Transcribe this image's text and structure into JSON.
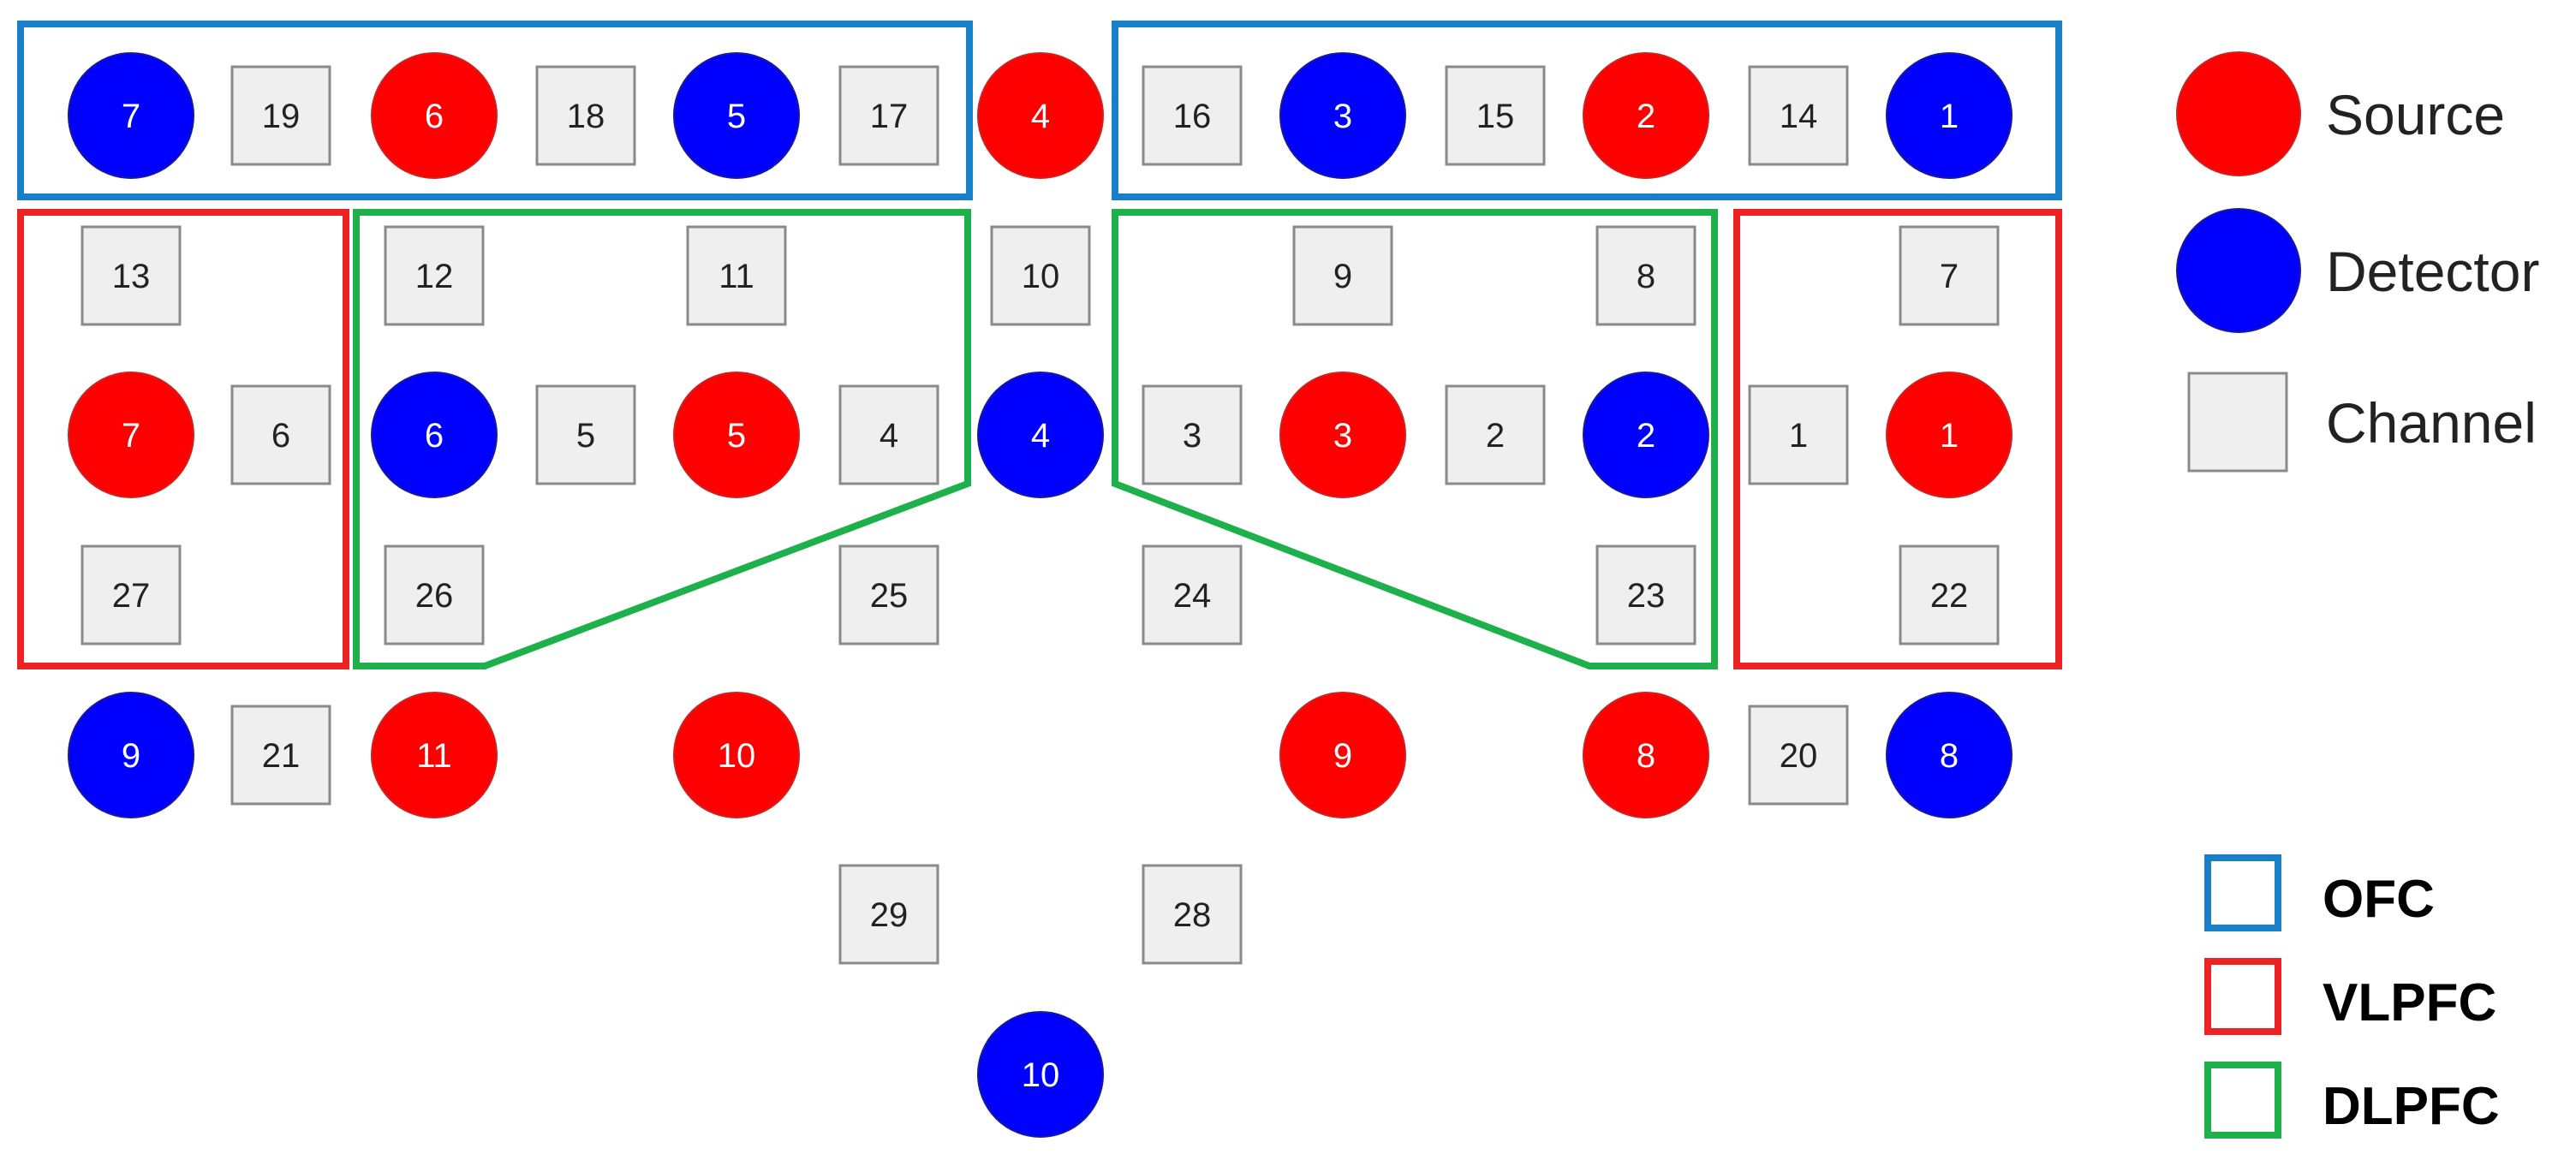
{
  "colors": {
    "source": "#ff0000",
    "detector": "#0000ff",
    "channel_fill": "#efefef",
    "channel_stroke": "#8a8a8a",
    "ofc": "#1a7fc9",
    "vlpfc": "#ee2222",
    "dlpfc": "#1db04b"
  },
  "nodes": {
    "sources": [
      "4",
      "6",
      "2",
      "7",
      "5",
      "3",
      "1",
      "11",
      "10",
      "9",
      "8"
    ],
    "detectors": [
      "7",
      "5",
      "3",
      "1",
      "6",
      "4",
      "2",
      "9",
      "8",
      "10"
    ],
    "channels": [
      "19",
      "18",
      "17",
      "16",
      "15",
      "14",
      "13",
      "12",
      "11",
      "10",
      "9",
      "8",
      "7",
      "6",
      "5",
      "4",
      "3",
      "2",
      "1",
      "27",
      "26",
      "25",
      "24",
      "23",
      "22",
      "21",
      "20",
      "29",
      "28"
    ]
  },
  "legend": {
    "source_label": "Source",
    "detector_label": "Detector",
    "channel_label": "Channel",
    "ofc_label": "OFC",
    "vlpfc_label": "VLPFC",
    "dlpfc_label": "DLPFC"
  }
}
